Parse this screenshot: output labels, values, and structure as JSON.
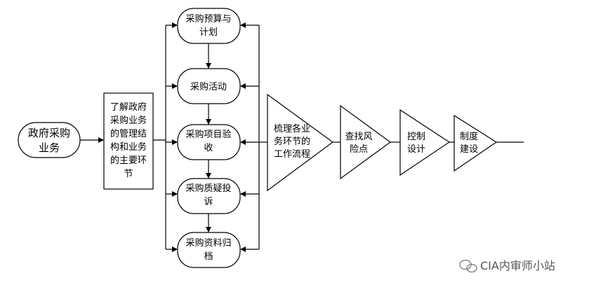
{
  "diagram": {
    "start": {
      "lines": [
        "政府采购",
        "业务"
      ]
    },
    "understand": {
      "lines": [
        "了解政府",
        "采购业务",
        "的管理结",
        "构和业务",
        "的主要环",
        "节"
      ]
    },
    "steps": [
      {
        "lines": [
          "采购预算与",
          "计划"
        ]
      },
      {
        "lines": [
          "采购活动"
        ]
      },
      {
        "lines": [
          "采购项目验",
          "收"
        ]
      },
      {
        "lines": [
          "采购质疑投",
          "诉"
        ]
      },
      {
        "lines": [
          "采购资料归",
          "档"
        ]
      }
    ],
    "phases": [
      {
        "lines": [
          "梳理各业",
          "务环节的",
          "工作流程"
        ]
      },
      {
        "lines": [
          "查找风",
          "险点"
        ]
      },
      {
        "lines": [
          "控制",
          "设计"
        ]
      },
      {
        "lines": [
          "制度",
          "建设"
        ]
      }
    ]
  },
  "watermark": {
    "text": "CIA内审师小站"
  }
}
